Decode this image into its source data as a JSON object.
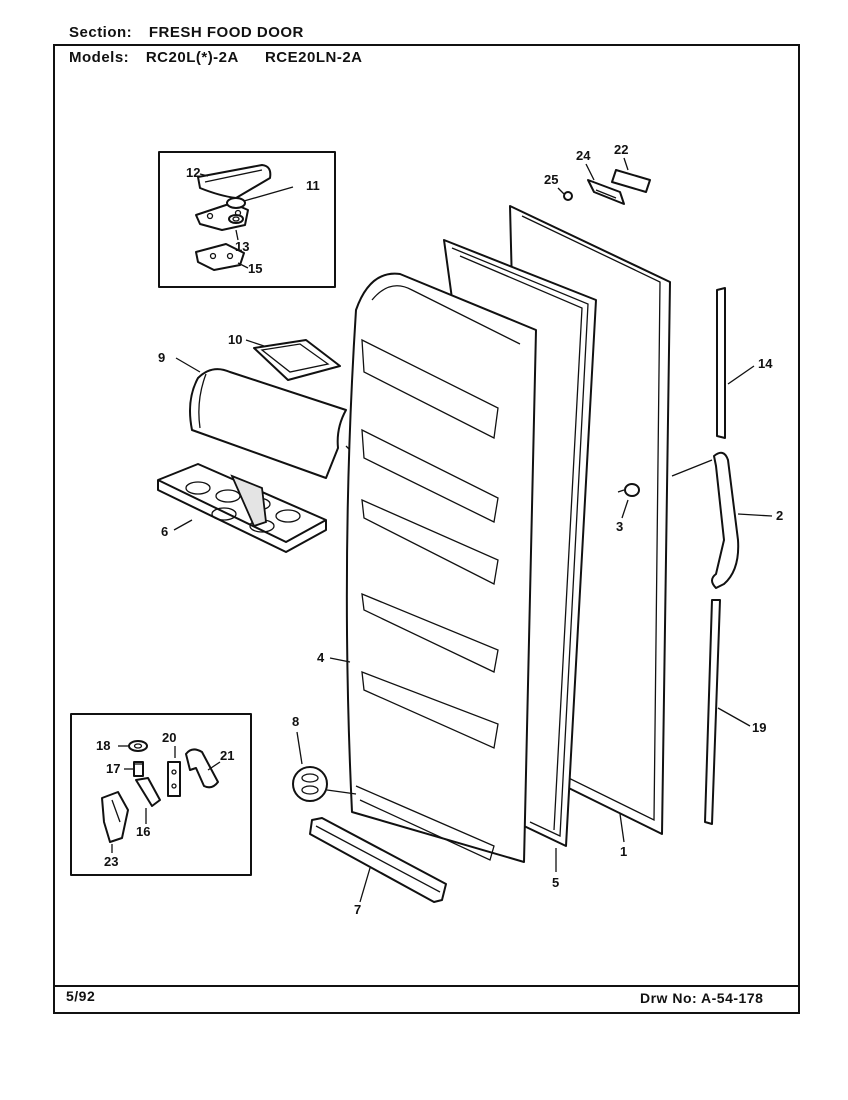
{
  "header": {
    "section_label": "Section:",
    "section_value": "FRESH FOOD DOOR",
    "models_label": "Models:",
    "models_value_1": "RC20L(*)-2A",
    "models_value_2": "RCE20LN-2A"
  },
  "footer": {
    "date": "5/92",
    "drawing_number": "Drw No:  A-54-178"
  },
  "parts": {
    "p1": "1",
    "p2": "2",
    "p3": "3",
    "p4": "4",
    "p5": "5",
    "p6": "6",
    "p7": "7",
    "p8": "8",
    "p9": "9",
    "p10": "10",
    "p11": "11",
    "p12": "12",
    "p13": "13",
    "p14": "14",
    "p15": "15",
    "p16": "16",
    "p17": "17",
    "p18": "18",
    "p19": "19",
    "p20": "20",
    "p21": "21",
    "p22": "22",
    "p23": "23",
    "p24": "24",
    "p25": "25"
  }
}
